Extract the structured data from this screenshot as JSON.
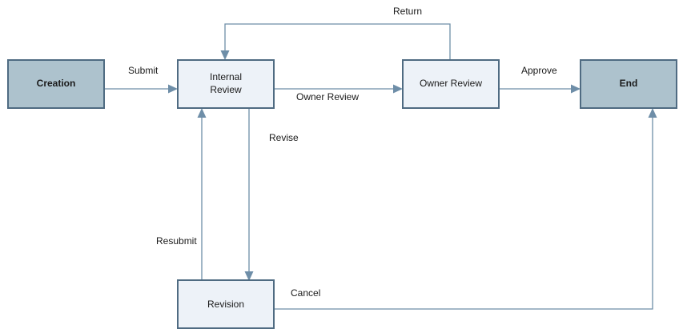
{
  "colors": {
    "terminal_fill": "#adc2cd",
    "step_fill": "#edf2f8",
    "border": "#4f6b82",
    "connector": "#6e8ea8"
  },
  "nodes": {
    "creation": {
      "label": "Creation",
      "kind": "terminal"
    },
    "internal_review": {
      "label_line1": "Internal",
      "label_line2": "Review",
      "kind": "step"
    },
    "owner_review": {
      "label": "Owner Review",
      "kind": "step"
    },
    "end": {
      "label": "End",
      "kind": "terminal"
    },
    "revision": {
      "label": "Revision",
      "kind": "step"
    }
  },
  "edges": {
    "submit": {
      "label": "Submit",
      "from": "Creation",
      "to": "Internal Review"
    },
    "owner_review": {
      "label": "Owner Review",
      "from": "Internal Review",
      "to": "Owner Review"
    },
    "return": {
      "label": "Return",
      "from": "Owner Review",
      "to": "Internal Review"
    },
    "approve": {
      "label": "Approve",
      "from": "Owner Review",
      "to": "End"
    },
    "revise": {
      "label": "Revise",
      "from": "Internal Review",
      "to": "Revision"
    },
    "resubmit": {
      "label": "Resubmit",
      "from": "Revision",
      "to": "Internal Review"
    },
    "cancel": {
      "label": "Cancel",
      "from": "Revision",
      "to": "End"
    }
  }
}
